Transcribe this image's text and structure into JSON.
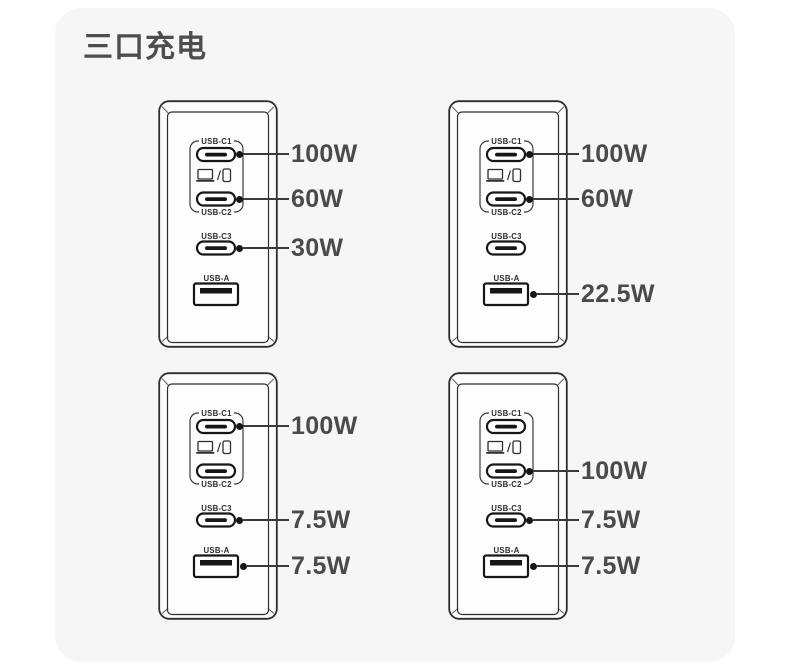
{
  "page": {
    "title": "三口充电"
  },
  "colors": {
    "card_bg": "#f6f6f6",
    "outline": "#2d2d2d",
    "watt_text": "#4a4a4a",
    "title_text": "#4d4d4d"
  },
  "ports": {
    "c1": "USB-C1",
    "c2": "USB-C2",
    "c3": "USB-C3",
    "a": "USB-A"
  },
  "icons": {
    "device_icon": "laptop-and-phone"
  },
  "chargers": [
    {
      "position": "top-left",
      "callouts": {
        "c1": "100W",
        "c2": "60W",
        "c3": "30W"
      }
    },
    {
      "position": "top-right",
      "callouts": {
        "c1": "100W",
        "c2": "60W",
        "a": "22.5W"
      }
    },
    {
      "position": "bottom-left",
      "callouts": {
        "c1": "100W",
        "c3": "7.5W",
        "a": "7.5W"
      }
    },
    {
      "position": "bottom-right",
      "callouts": {
        "c2": "100W",
        "c3": "7.5W",
        "a": "7.5W"
      }
    }
  ]
}
